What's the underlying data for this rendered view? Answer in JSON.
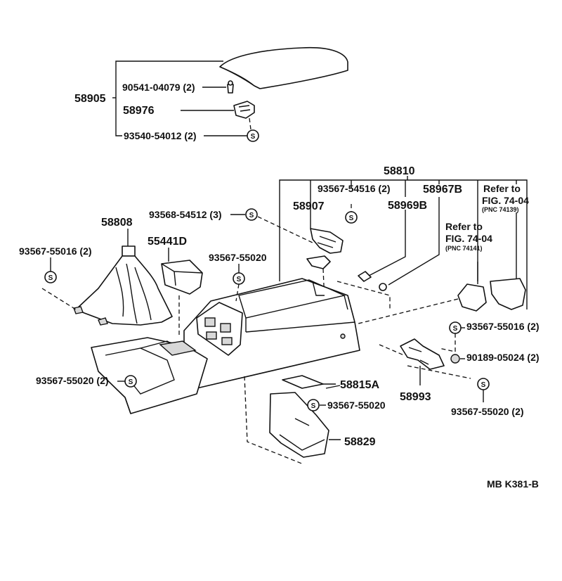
{
  "labels": {
    "p58905": "58905",
    "p90541": "90541-04079 (2)",
    "p58976": "58976",
    "p93540": "93540-54012 (2)",
    "p58810": "58810",
    "p93567_54516": "93567-54516 (2)",
    "p58967B": "58967B",
    "refer1_a": "Refer to",
    "refer1_b": "FIG. 74-04",
    "refer1_c": "(PNC 74139)",
    "p93568": "93568-54512 (3)",
    "p58907": "58907",
    "p58969B": "58969B",
    "refer2_a": "Refer to",
    "refer2_b": "FIG. 74-04",
    "refer2_c": "(PNC 74141)",
    "p58808": "58808",
    "p55441D": "55441D",
    "p93567_55016_l": "93567-55016 (2)",
    "p93567_55020_top": "93567-55020",
    "p93567_55016_r": "93567-55016 (2)",
    "p90189": "90189-05024 (2)",
    "p93567_55020_l": "93567-55020 (2)",
    "p58815A": "58815A",
    "p58993": "58993",
    "p93567_55020_mid": "93567-55020",
    "p93567_55020_r": "93567-55020 (2)",
    "p58829": "58829",
    "footer": "MB  K381-B",
    "screw_letter": "S"
  }
}
